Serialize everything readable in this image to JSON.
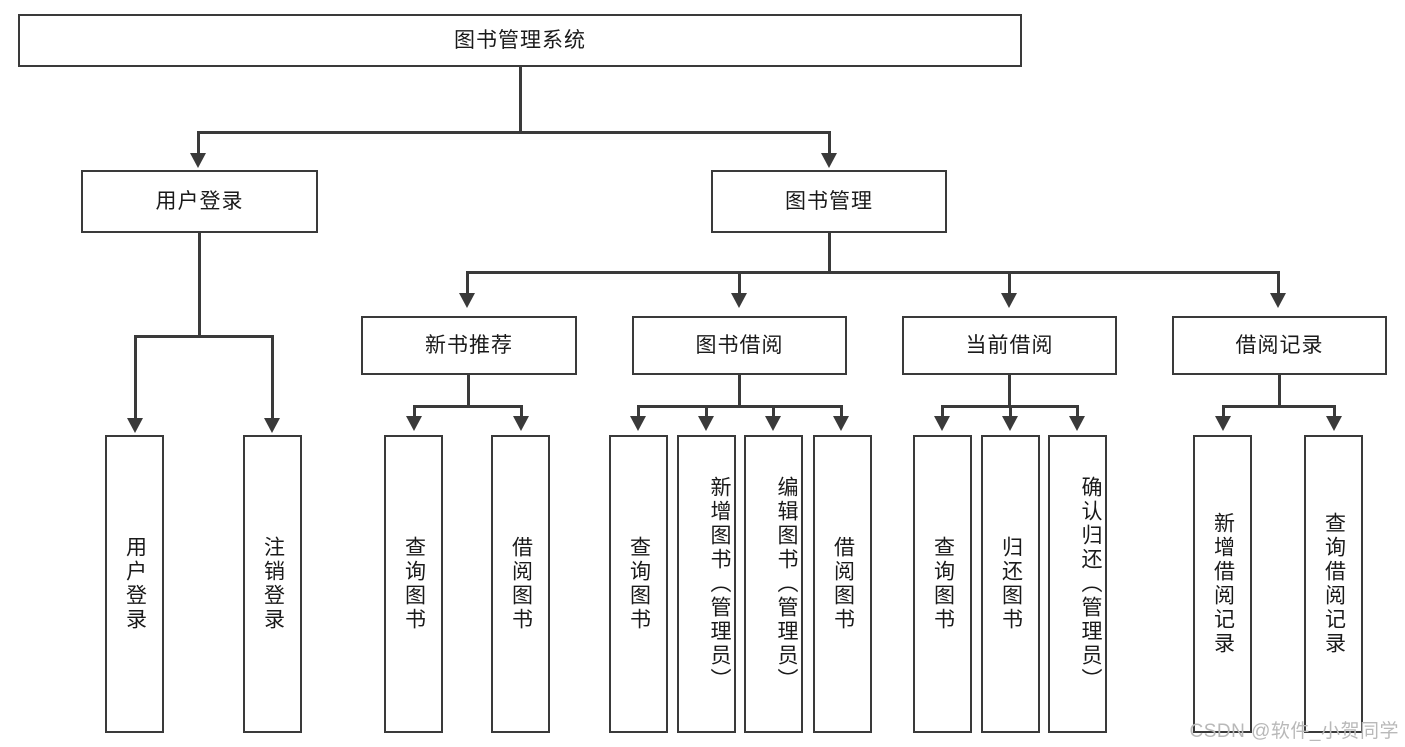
{
  "diagram": {
    "title": "图书管理系统",
    "type": "functional-structure-tree",
    "root": {
      "label": "图书管理系统"
    },
    "level1": [
      {
        "label": "用户登录"
      },
      {
        "label": "图书管理"
      }
    ],
    "level2": [
      {
        "label": "新书推荐",
        "parent": "图书管理"
      },
      {
        "label": "图书借阅",
        "parent": "图书管理"
      },
      {
        "label": "当前借阅",
        "parent": "图书管理"
      },
      {
        "label": "借阅记录",
        "parent": "图书管理"
      }
    ],
    "leaves": {
      "user_login": [
        {
          "label": "用户登录"
        },
        {
          "label": "注销登录"
        }
      ],
      "new_book_recommend": [
        {
          "label": "查询图书"
        },
        {
          "label": "借阅图书"
        }
      ],
      "book_borrow": [
        {
          "label": "查询图书"
        },
        {
          "label": "新增图书（管理员）"
        },
        {
          "label": "编辑图书（管理员）"
        },
        {
          "label": "借阅图书"
        }
      ],
      "current_borrow": [
        {
          "label": "查询图书"
        },
        {
          "label": "归还图书"
        },
        {
          "label": "确认归还（管理员）"
        }
      ],
      "borrow_record": [
        {
          "label": "新增借阅记录"
        },
        {
          "label": "查询借阅记录"
        }
      ]
    }
  },
  "watermark": {
    "text": "CSDN @软件_小贺同学"
  },
  "colors": {
    "stroke": "#3a3a3a",
    "fill": "#ffffff",
    "text": "#1a1a1a",
    "watermark": "#b9b9b9"
  }
}
